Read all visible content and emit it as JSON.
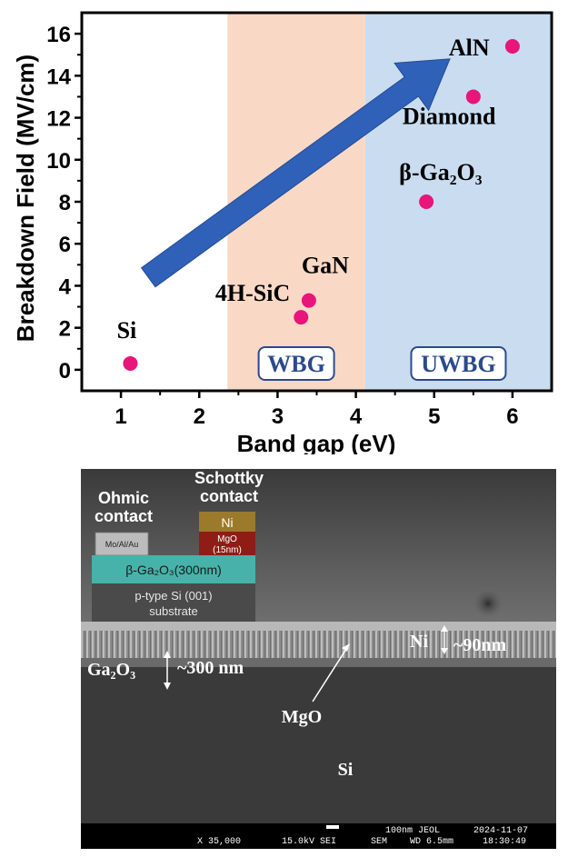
{
  "chart_data": {
    "type": "scatter",
    "xlabel": "Band gap (eV)",
    "ylabel": "Breakdown Field (MV/cm)",
    "xlim": [
      0.5,
      6.5
    ],
    "ylim": [
      -1,
      17
    ],
    "x_ticks": [
      1,
      2,
      3,
      4,
      5,
      6
    ],
    "y_ticks": [
      0,
      2,
      4,
      6,
      8,
      10,
      12,
      14,
      16
    ],
    "grid": false,
    "marker_color": "#e8157a",
    "points": [
      {
        "label": "Si",
        "x": 1.12,
        "y": 0.3
      },
      {
        "label": "4H-SiC",
        "x": 3.3,
        "y": 2.5
      },
      {
        "label": "GaN",
        "x": 3.4,
        "y": 3.3
      },
      {
        "label": "β-Ga₂O₃",
        "x": 4.9,
        "y": 8.0
      },
      {
        "label": "Diamond",
        "x": 5.5,
        "y": 13.0
      },
      {
        "label": "AlN",
        "x": 6.0,
        "y": 15.4
      }
    ],
    "regions": [
      {
        "label": "WBG",
        "x_start": 2.36,
        "x_end": 4.12,
        "color": "#f9d9c6"
      },
      {
        "label": "UWBG",
        "x_start": 4.12,
        "x_end": 6.5,
        "color": "#c9dcf0"
      }
    ],
    "arrow": {
      "from": [
        1.35,
        4.4
      ],
      "to": [
        5.2,
        14.8
      ],
      "color": "#3061b8"
    }
  },
  "sem_image": {
    "stack": {
      "ohmic_title_1": "Ohmic",
      "ohmic_title_2": "contact",
      "schottky_title_1": "Schottky",
      "schottky_title_2": "contact",
      "ohmic_metal": "Mo/Al/Au",
      "ni_layer": "Ni",
      "mgo_layer_1": "MgO",
      "mgo_layer_2": "(15nm)",
      "ga2o3_layer": "β-Ga₂O₃(300nm)",
      "substrate_1": "p-type Si (001)",
      "substrate_2": "substrate"
    },
    "annotations": {
      "ga2o3": "Ga₂O₃",
      "ga2o3_thickness": "~300 nm",
      "ni": "Ni",
      "ni_thickness": "~90nm",
      "mgo": "MgO",
      "si": "Si"
    },
    "info_bar": {
      "magnification": "X 35,000",
      "voltage": "15.0kV SEI",
      "mode": "SEM",
      "scale_text": "100nm JEOL",
      "wd": "WD 6.5mm",
      "date": "2024-11-07",
      "time": "18:30:49"
    }
  }
}
